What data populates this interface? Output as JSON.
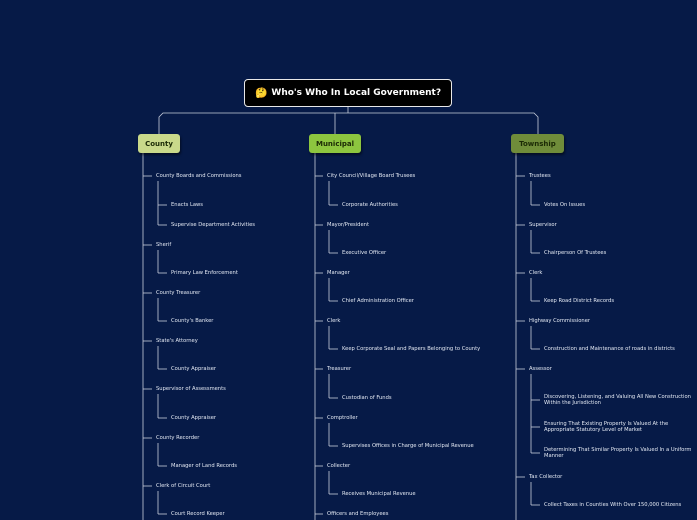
{
  "root": {
    "emoji": "🤔",
    "title": "Who's Who In Local Government?"
  },
  "columns": [
    {
      "label": "County",
      "color": "#c9d98a",
      "items": [
        {
          "label": "County Boards and Commissions",
          "children": [
            "Enacts Laws",
            "Supervise Department Activities"
          ]
        },
        {
          "label": "Sherif",
          "children": [
            "Primary Law Enforcement"
          ]
        },
        {
          "label": "County Treasurer",
          "children": [
            "County's Banker"
          ]
        },
        {
          "label": "State's Attorney",
          "children": [
            "County Appraiser"
          ]
        },
        {
          "label": "Supervisor of Assessments",
          "children": [
            "County Appraiser"
          ]
        },
        {
          "label": "County Recorder",
          "children": [
            "Manager of Land Records"
          ]
        },
        {
          "label": "Clerk of Circuit Court",
          "children": [
            "Court Record Keeper"
          ]
        }
      ]
    },
    {
      "label": "Municipal",
      "color": "#8dc63f",
      "items": [
        {
          "label": "City Council/Village Board Trusees",
          "children": [
            "Corporate Authorities"
          ]
        },
        {
          "label": "Mayor/President",
          "children": [
            "Executive Officer"
          ]
        },
        {
          "label": "Manager",
          "children": [
            "Chief Administration Officer"
          ]
        },
        {
          "label": "Clerk",
          "children": [
            "Keep Corporate Seal and Papers Belonging to County"
          ]
        },
        {
          "label": "Treasurer",
          "children": [
            "Custodian of Funds"
          ]
        },
        {
          "label": "Comptroller",
          "children": [
            "Supervises Offices in Charge of Municipal Revenue"
          ]
        },
        {
          "label": "Collecter",
          "children": [
            "Receives Municipal Revenue"
          ]
        },
        {
          "label": "Officers and Employees",
          "children": []
        }
      ]
    },
    {
      "label": "Township",
      "color": "#6f8c3a",
      "items": [
        {
          "label": "Trustees",
          "children": [
            "Votes On Issues"
          ]
        },
        {
          "label": "Supervisor",
          "children": [
            "Chairperson Of Trustees"
          ]
        },
        {
          "label": "Clerk",
          "children": [
            "Keep Road District Records"
          ]
        },
        {
          "label": "Highway Commissioner",
          "children": [
            "Construction and Maintenance of roads in districts"
          ]
        },
        {
          "label": "Assessor",
          "children": [
            "Discovering, Listening, and Valuing All New Construction Within the Jurisdiction",
            "Ensuring That Existing Property Is Valued At the Appropriate Statutory Level of Market",
            "Determining That Similar Property Is Valued In a Uniform Manner"
          ]
        },
        {
          "label": "Tax Collector",
          "children": [
            "Collect Taxes in Counties With Over 150,000 Citizens"
          ]
        }
      ]
    }
  ]
}
